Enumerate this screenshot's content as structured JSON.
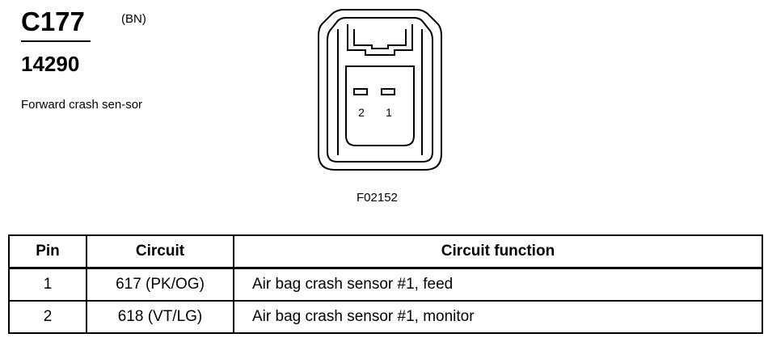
{
  "connector": {
    "id": "C177",
    "color_code": "(BN)",
    "part_number": "14290",
    "description": "Forward crash sen-sor"
  },
  "diagram": {
    "pin_labels": [
      "2",
      "1"
    ],
    "figure_id": "F02152"
  },
  "table": {
    "headers": [
      "Pin",
      "Circuit",
      "Circuit function"
    ],
    "rows": [
      {
        "pin": "1",
        "circuit": "617 (PK/OG)",
        "function": "Air bag crash sensor #1, feed"
      },
      {
        "pin": "2",
        "circuit": "618 (VT/LG)",
        "function": "Air bag crash sensor #1, monitor"
      }
    ]
  }
}
